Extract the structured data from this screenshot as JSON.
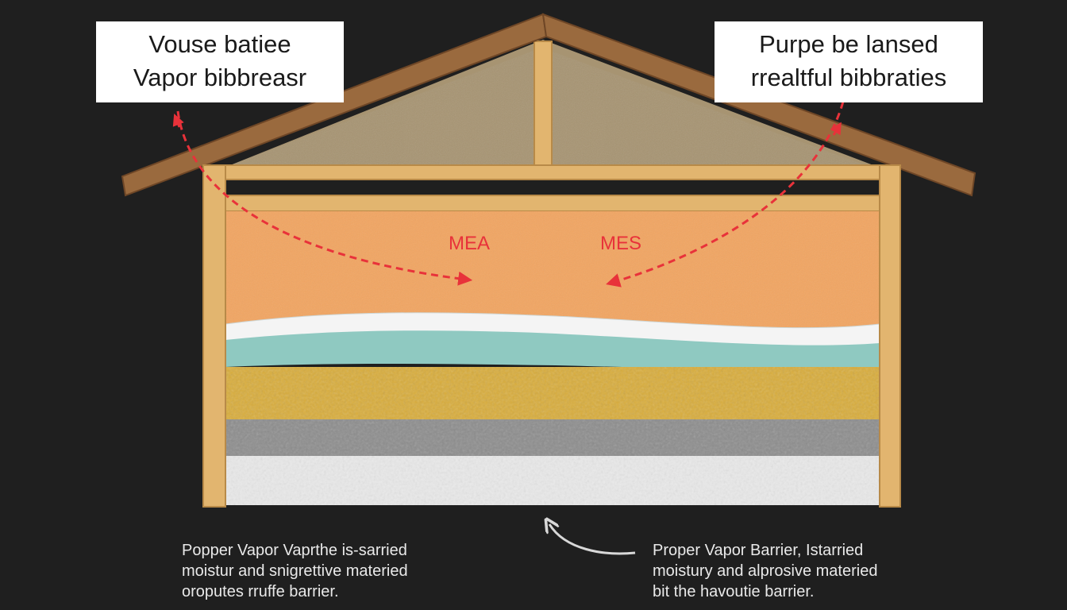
{
  "labels": {
    "top_left": {
      "line1": "Vouse batiee",
      "line2": "Vapor bibbreasr"
    },
    "top_right": {
      "line1": "Purpe be lansed",
      "line2": "rrealtful bibbraties"
    }
  },
  "markers": {
    "left": "MEA",
    "right": "MES"
  },
  "captions": {
    "left": {
      "line1": "Popper Vapor Vaprthe is-sarried",
      "line2": "moistur and snigrettive materied",
      "line3": "oroputes rruffe barrier."
    },
    "right": {
      "line1": "Proper Vapor Barrier, Istarried",
      "line2": "moistury and alprosive materied",
      "line3": "bit the havoutie barrier."
    }
  },
  "colors": {
    "background": "#1f1f1f",
    "roof": "#9a6a3e",
    "frame": "#e2b56f",
    "attic_fill": "#a79472",
    "insulation_orange": "#f2a561",
    "vapor_white": "#f4f4f4",
    "vapor_teal": "#8fc9c1",
    "layer_yellow": "#d9ad3c",
    "layer_gray": "#8d8d8d",
    "layer_white": "#e9e9e9",
    "arrow_red": "#e8323a",
    "arrow_gray": "#d8d8d8"
  }
}
